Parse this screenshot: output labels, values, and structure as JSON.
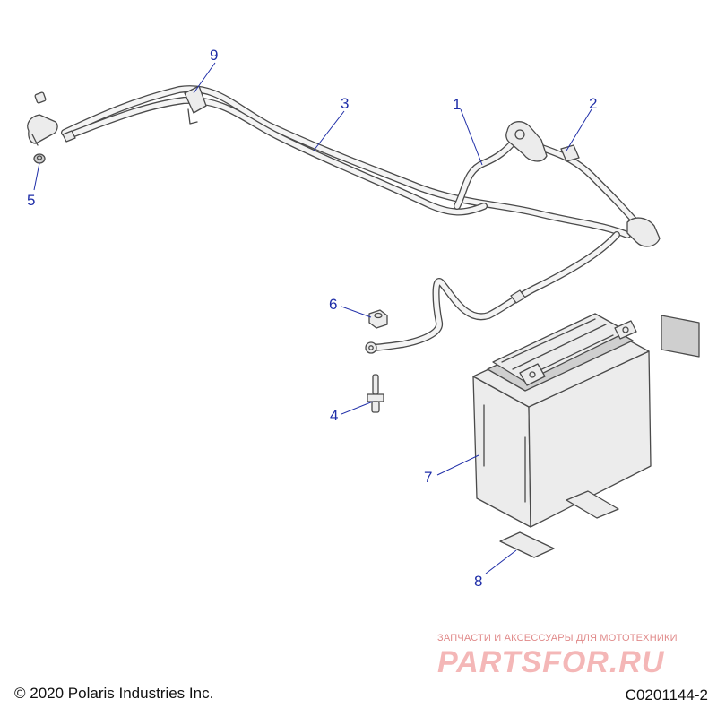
{
  "callouts": {
    "c1": "1",
    "c2": "2",
    "c3": "3",
    "c4": "4",
    "c5": "5",
    "c6": "6",
    "c7": "7",
    "c8": "8",
    "c9": "9"
  },
  "footer": {
    "copyright": "© 2020 Polaris Industries Inc.",
    "figure_id": "C0201144-2"
  },
  "watermark": {
    "tagline": "ЗАПЧАСТИ И АКСЕССУАРЫ ДЛЯ МОТОТЕХНИКИ",
    "logo": "PARTSFOR.RU"
  },
  "colors": {
    "callout": "#1f2ea8",
    "line": "#4a4a4a",
    "watermark": "#f4b7b7"
  }
}
